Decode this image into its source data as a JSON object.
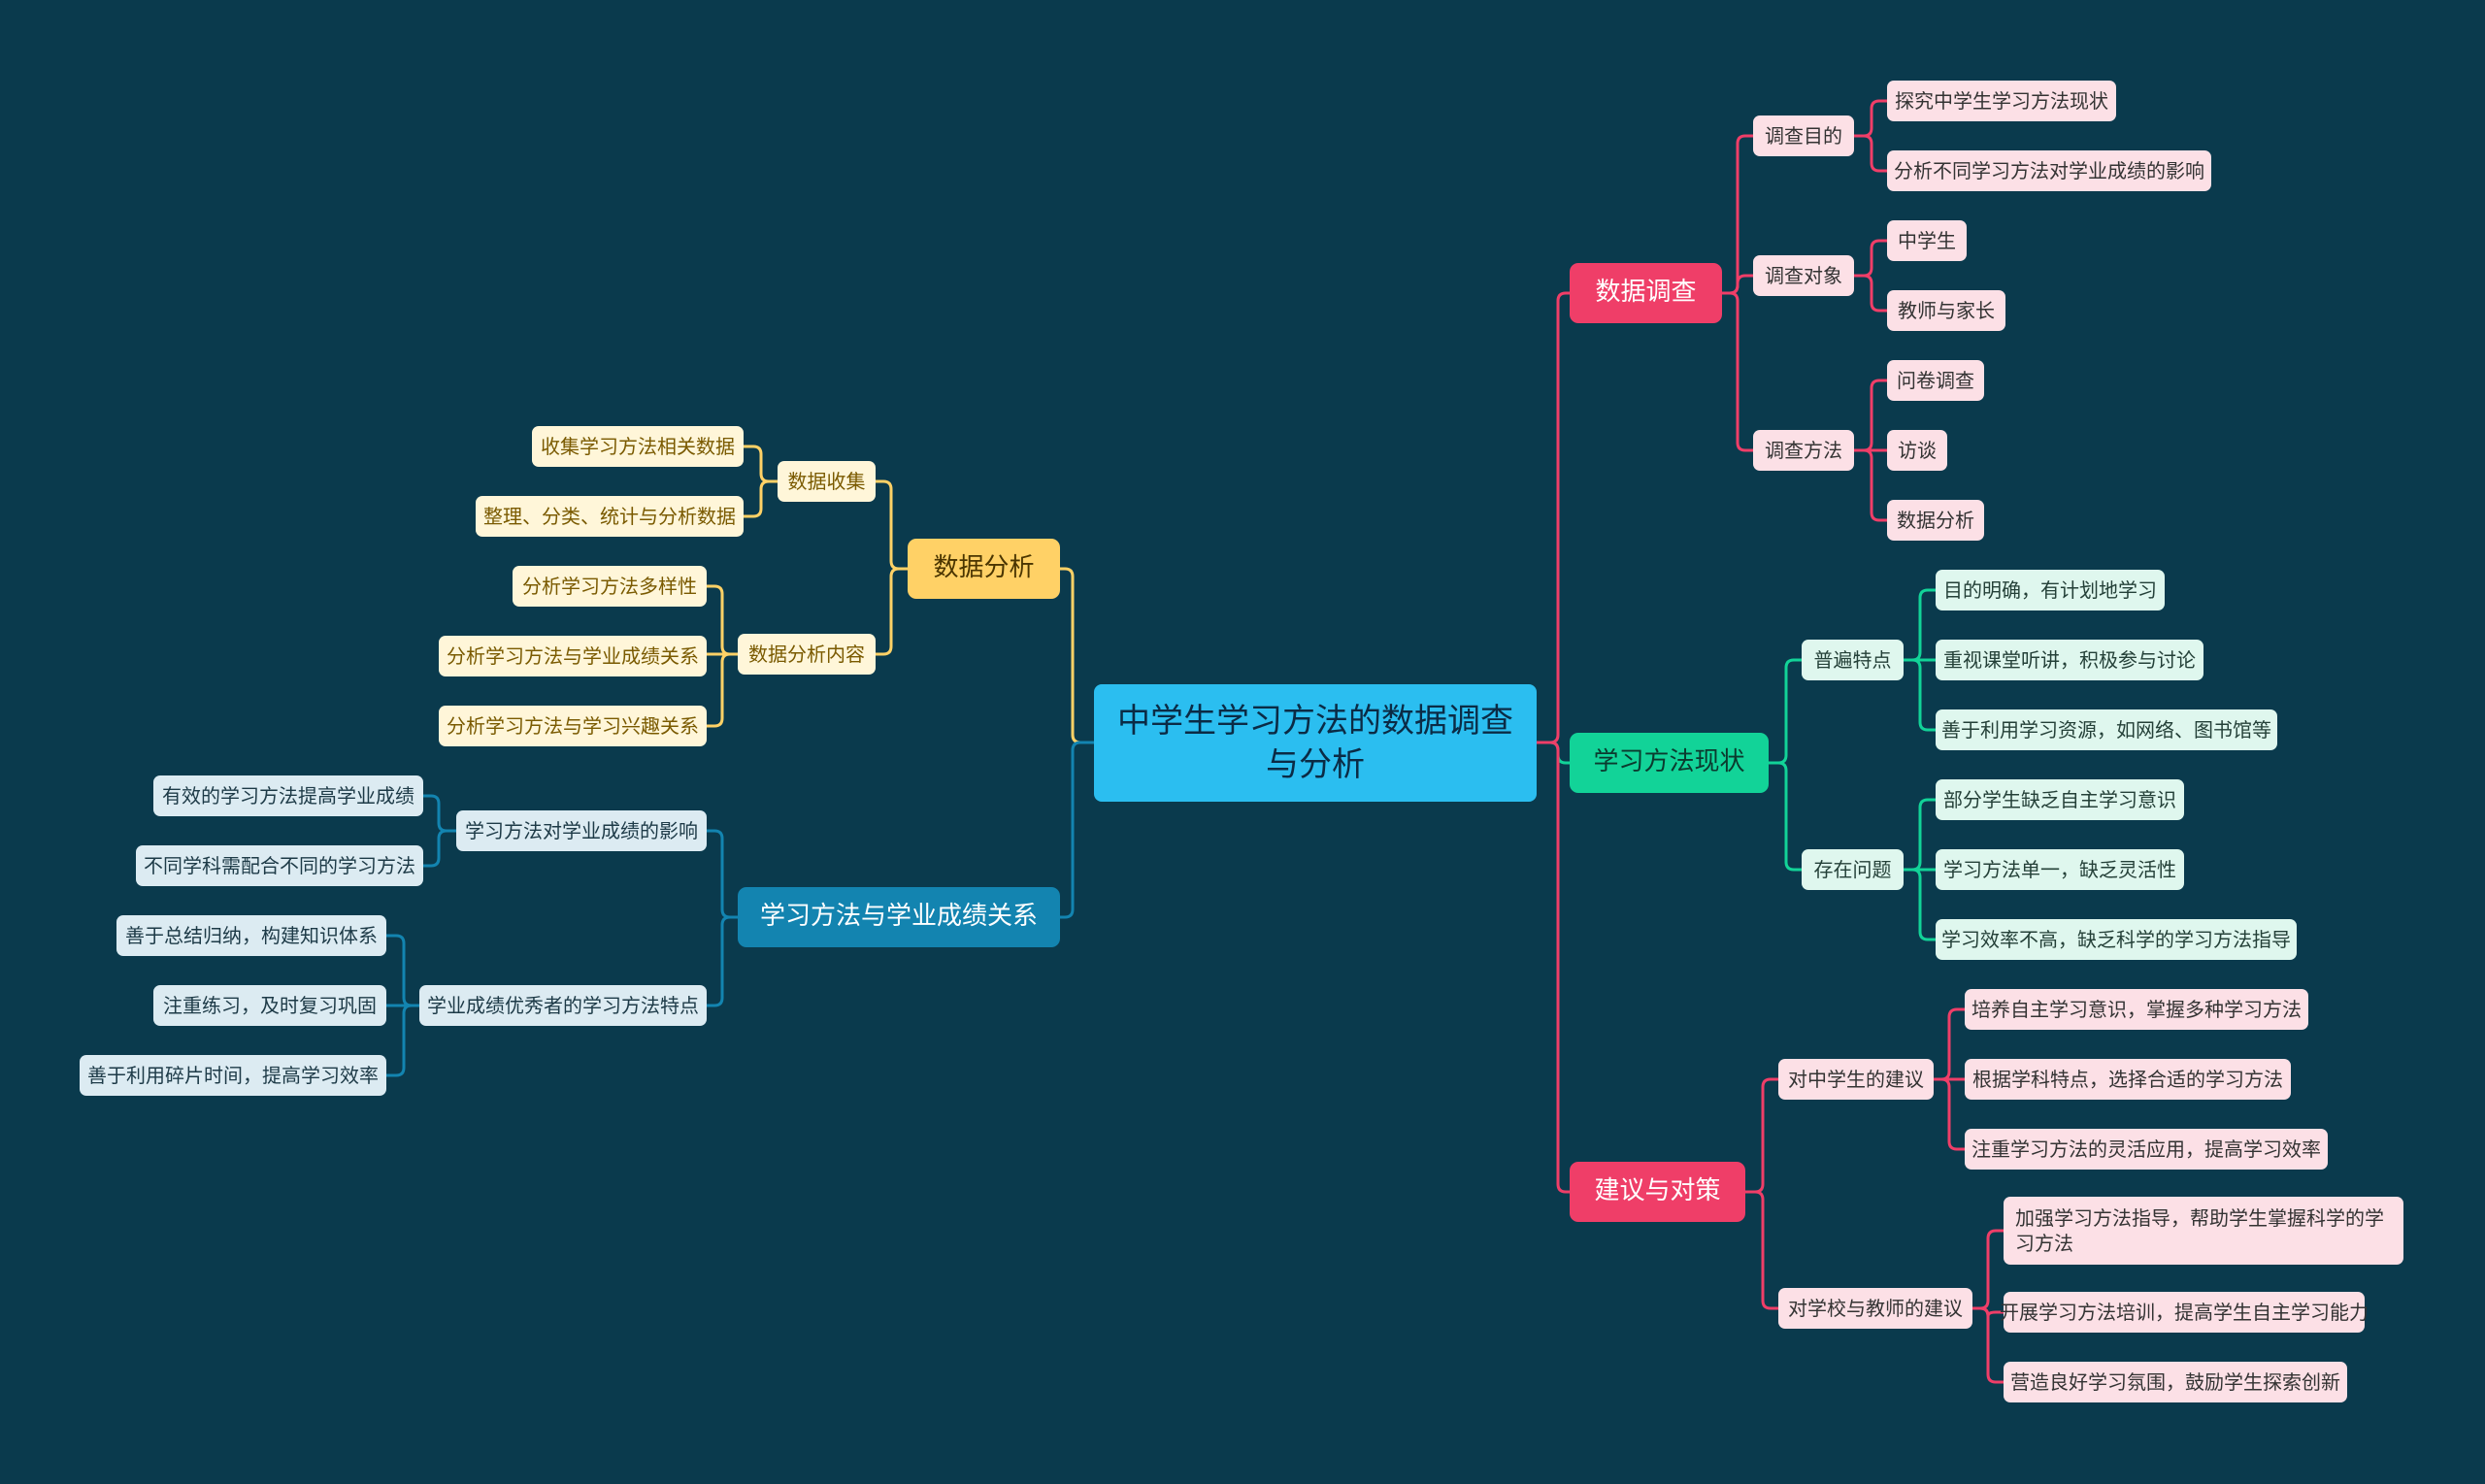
{
  "title": "中学生学习方法的数据调查与分析",
  "branches": {
    "survey": {
      "label": "数据调查",
      "purpose": {
        "label": "调查目的",
        "items": [
          "探究中学生学习方法现状",
          "分析不同学习方法对学业成绩的影响"
        ]
      },
      "target": {
        "label": "调查对象",
        "items": [
          "中学生",
          "教师与家长"
        ]
      },
      "method": {
        "label": "调查方法",
        "items": [
          "问卷调查",
          "访谈",
          "数据分析"
        ]
      }
    },
    "status": {
      "label": "学习方法现状",
      "common": {
        "label": "普遍特点",
        "items": [
          "目的明确，有计划地学习",
          "重视课堂听讲，积极参与讨论",
          "善于利用学习资源，如网络、图书馆等"
        ]
      },
      "problems": {
        "label": "存在问题",
        "items": [
          "部分学生缺乏自主学习意识",
          "学习方法单一，缺乏灵活性",
          "学习效率不高，缺乏科学的学习方法指导"
        ]
      }
    },
    "advice": {
      "label": "建议与对策",
      "students": {
        "label": "对中学生的建议",
        "items": [
          "培养自主学习意识，掌握多种学习方法",
          "根据学科特点，选择合适的学习方法",
          "注重学习方法的灵活应用，提高学习效率"
        ]
      },
      "schools": {
        "label": "对学校与教师的建议",
        "items": [
          "加强学习方法指导，帮助学生掌握科学的学习方法",
          "开展学习方法培训，提高学生自主学习能力",
          "营造良好学习氛围，鼓励学生探索创新"
        ]
      }
    },
    "analysis": {
      "label": "数据分析",
      "collect": {
        "label": "数据收集",
        "items": [
          "收集学习方法相关数据",
          "整理、分类、统计与分析数据"
        ]
      },
      "content": {
        "label": "数据分析内容",
        "items": [
          "分析学习方法多样性",
          "分析学习方法与学业成绩关系",
          "分析学习方法与学习兴趣关系"
        ]
      }
    },
    "relation": {
      "label": "学习方法与学业成绩关系",
      "impact": {
        "label": "学习方法对学业成绩的影响",
        "items": [
          "有效的学习方法提高学业成绩",
          "不同学科需配合不同的学习方法"
        ]
      },
      "traits": {
        "label": "学业成绩优秀者的学习方法特点",
        "items": [
          "善于总结归纳，构建知识体系",
          "注重练习，及时复习巩固",
          "善于利用碎片时间，提高学习效率"
        ]
      }
    }
  },
  "colors": {
    "background": "#0a3a4d",
    "root": "#2bbef0",
    "red": "#ef3e68",
    "green": "#12d398",
    "yellow": "#ffd166",
    "blue": "#1384b0"
  }
}
